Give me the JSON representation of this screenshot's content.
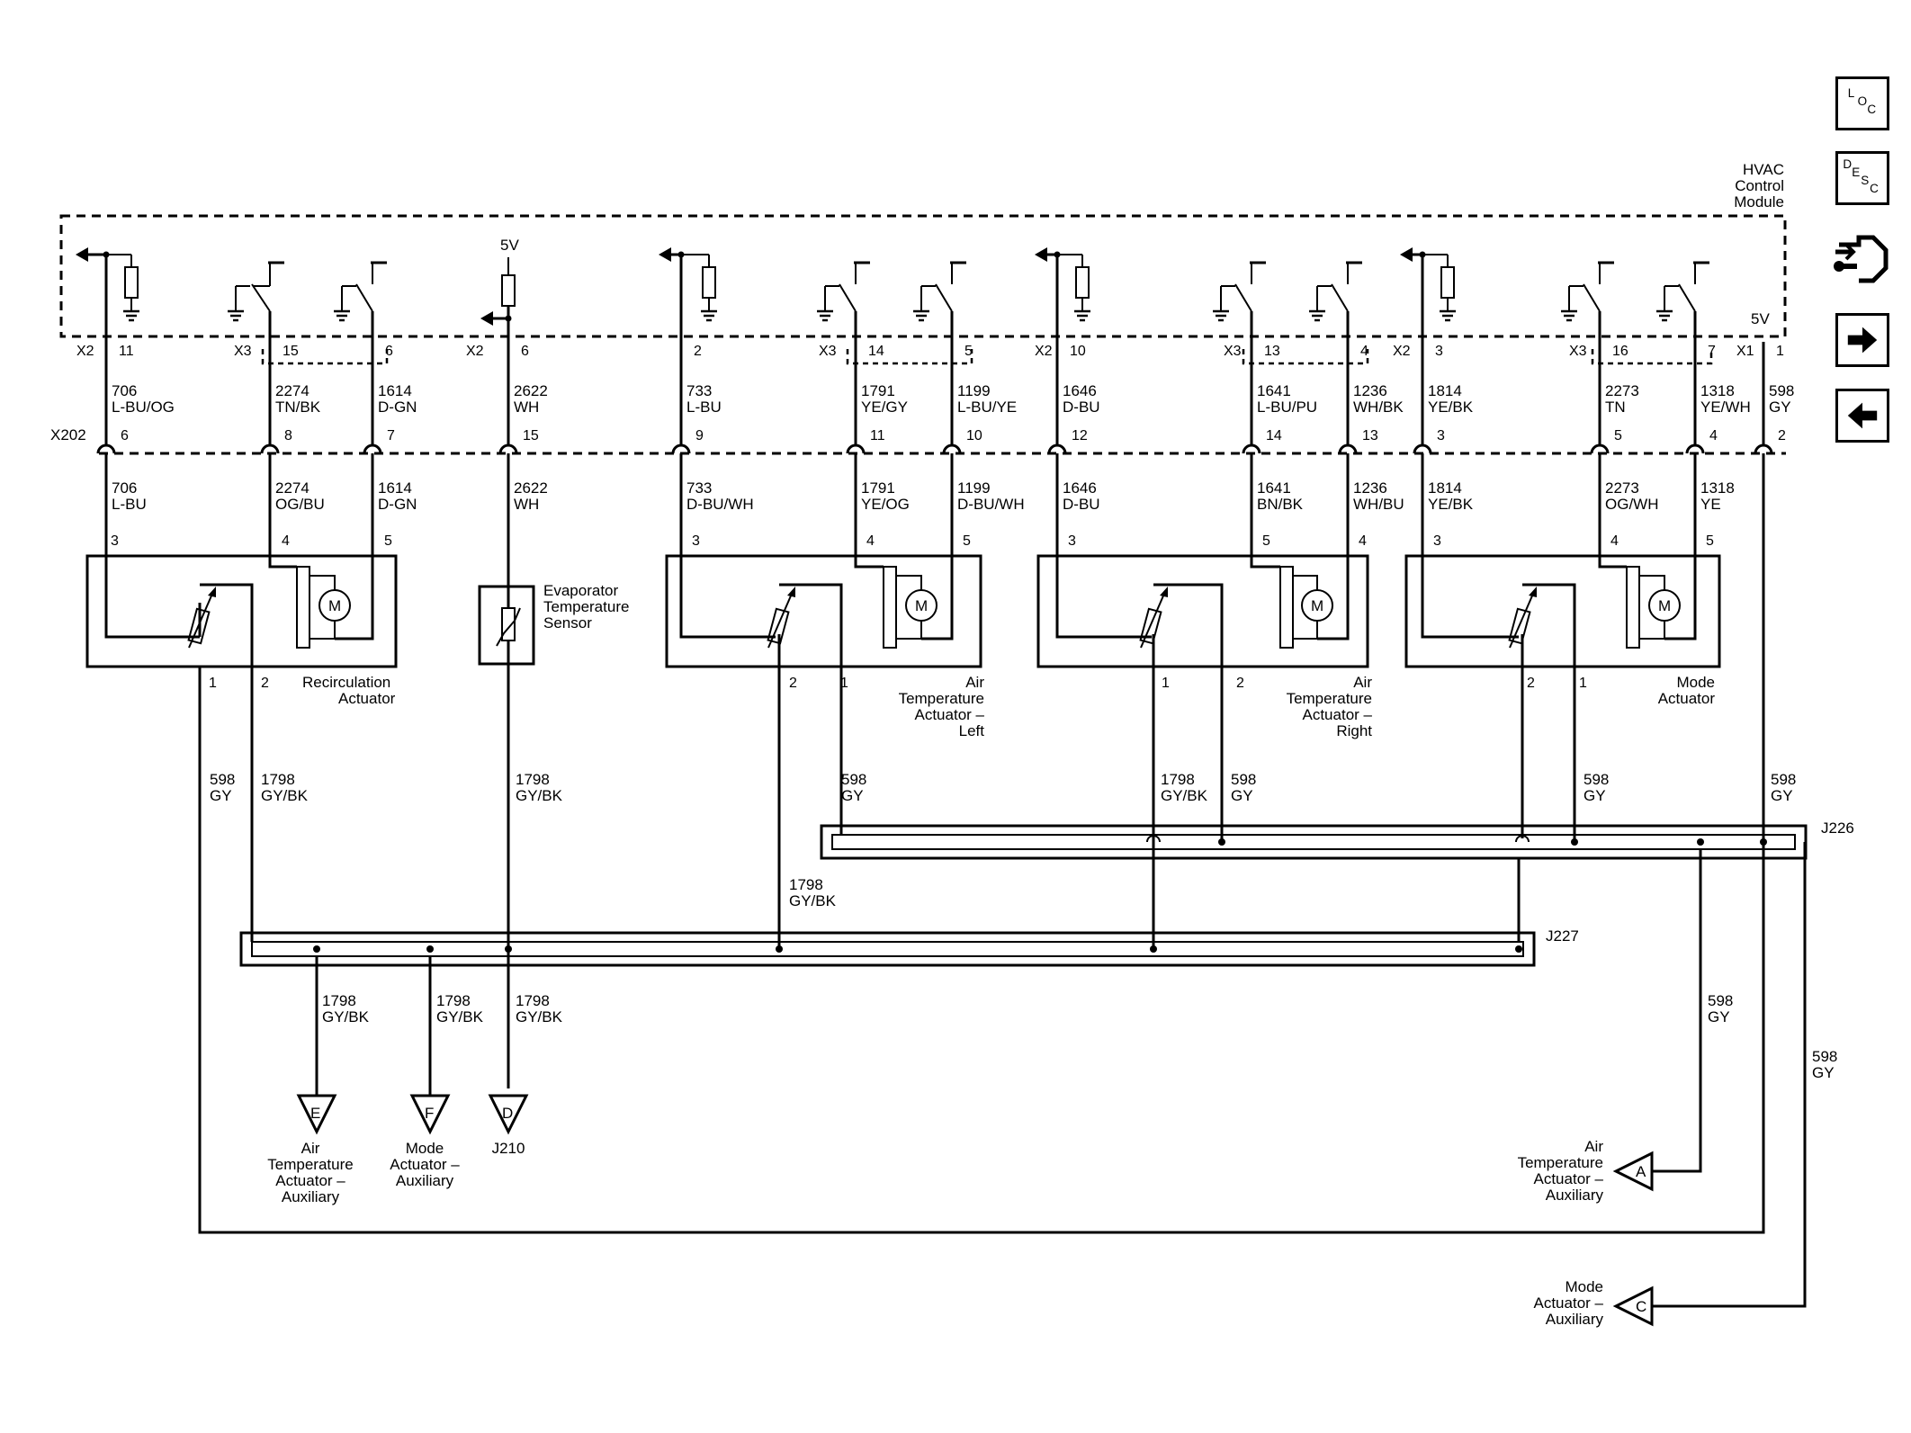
{
  "module": {
    "title_lines": [
      "HVAC",
      "Control",
      "Module"
    ],
    "voltage_5v": "5V"
  },
  "nav_icons": {
    "loc": {
      "name": "loc-icon",
      "letters": [
        "L",
        "O",
        "C"
      ]
    },
    "desc": {
      "name": "desc-icon",
      "letters": [
        "D",
        "E",
        "S",
        "C"
      ]
    },
    "connector": {
      "name": "connector-view-icon"
    },
    "next": {
      "name": "arrow-right-icon"
    },
    "prev": {
      "name": "arrow-left-icon"
    }
  },
  "module_pins": [
    {
      "conn": "X2",
      "pin": "11",
      "circuit": "706",
      "color": "L-BU/OG"
    },
    {
      "conn": "X3",
      "pin": "15",
      "circuit": "2274",
      "color": "TN/BK"
    },
    {
      "conn": "",
      "pin": "6",
      "circuit": "1614",
      "color": "D-GN"
    },
    {
      "conn": "X2",
      "pin": "6",
      "circuit": "2622",
      "color": "WH"
    },
    {
      "conn": "",
      "pin": "2",
      "circuit": "733",
      "color": "L-BU"
    },
    {
      "conn": "X3",
      "pin": "14",
      "circuit": "1791",
      "color": "YE/GY"
    },
    {
      "conn": "",
      "pin": "5",
      "circuit": "1199",
      "color": "L-BU/YE"
    },
    {
      "conn": "X2",
      "pin": "10",
      "circuit": "1646",
      "color": "D-BU"
    },
    {
      "conn": "X3",
      "pin": "13",
      "circuit": "1641",
      "color": "L-BU/PU"
    },
    {
      "conn": "",
      "pin": "4",
      "circuit": "1236",
      "color": "WH/BK"
    },
    {
      "conn": "X2",
      "pin": "3",
      "circuit": "1814",
      "color": "YE/BK"
    },
    {
      "conn": "X3",
      "pin": "16",
      "circuit": "2273",
      "color": "TN"
    },
    {
      "conn": "",
      "pin": "7",
      "circuit": "1318",
      "color": "YE/WH"
    },
    {
      "conn": "X1",
      "pin": "1",
      "circuit": "598",
      "color": "GY"
    }
  ],
  "inline_connector": {
    "name": "X202",
    "pins": [
      "6",
      "8",
      "7",
      "15",
      "9",
      "11",
      "10",
      "12",
      "14",
      "13",
      "3",
      "5",
      "4",
      "2"
    ]
  },
  "harness_wires": [
    {
      "circuit": "706",
      "color": "L-BU"
    },
    {
      "circuit": "2274",
      "color": "OG/BU"
    },
    {
      "circuit": "1614",
      "color": "D-GN"
    },
    {
      "circuit": "2622",
      "color": "WH"
    },
    {
      "circuit": "733",
      "color": "D-BU/WH"
    },
    {
      "circuit": "1791",
      "color": "YE/OG"
    },
    {
      "circuit": "1199",
      "color": "D-BU/WH"
    },
    {
      "circuit": "1646",
      "color": "D-BU"
    },
    {
      "circuit": "1641",
      "color": "BN/BK"
    },
    {
      "circuit": "1236",
      "color": "WH/BU"
    },
    {
      "circuit": "1814",
      "color": "YE/BK"
    },
    {
      "circuit": "2273",
      "color": "OG/WH"
    },
    {
      "circuit": "1318",
      "color": "YE"
    }
  ],
  "components": [
    {
      "name": "recirculation-actuator",
      "label_lines": [
        "Recirculation",
        "Actuator"
      ],
      "top_pins": [
        "3",
        "4",
        "5"
      ],
      "bottom_pins": [
        "1",
        "2"
      ]
    },
    {
      "name": "evaporator-temperature-sensor",
      "label_lines": [
        "Evaporator",
        "Temperature",
        "Sensor"
      ]
    },
    {
      "name": "air-temperature-actuator-left",
      "label_lines": [
        "Air",
        "Temperature",
        "Actuator –",
        "Left"
      ],
      "top_pins": [
        "3",
        "4",
        "5"
      ],
      "bottom_pins": [
        "2",
        "1"
      ]
    },
    {
      "name": "air-temperature-actuator-right",
      "label_lines": [
        "Air",
        "Temperature",
        "Actuator –",
        "Right"
      ],
      "top_pins": [
        "3",
        "5",
        "4"
      ],
      "bottom_pins": [
        "1",
        "2"
      ]
    },
    {
      "name": "mode-actuator",
      "label_lines": [
        "Mode",
        "Actuator"
      ],
      "top_pins": [
        "3",
        "4",
        "5"
      ],
      "bottom_pins": [
        "2",
        "1"
      ]
    }
  ],
  "motor_symbol": "M",
  "lower_wires": [
    {
      "circuit": "598",
      "color": "GY"
    },
    {
      "circuit": "1798",
      "color": "GY/BK"
    },
    {
      "circuit": "1798",
      "color": "GY/BK"
    },
    {
      "circuit": "598",
      "color": "GY"
    },
    {
      "circuit": "1798",
      "color": "GY/BK"
    },
    {
      "circuit": "1798",
      "color": "GY/BK"
    },
    {
      "circuit": "598",
      "color": "GY"
    },
    {
      "circuit": "598",
      "color": "GY"
    },
    {
      "circuit": "598",
      "color": "GY"
    },
    {
      "circuit": "1798",
      "color": "GY/BK"
    },
    {
      "circuit": "1798",
      "color": "GY/BK"
    },
    {
      "circuit": "1798",
      "color": "GY/BK"
    },
    {
      "circuit": "1798",
      "color": "GY/BK"
    },
    {
      "circuit": "598",
      "color": "GY"
    },
    {
      "circuit": "598",
      "color": "GY"
    }
  ],
  "splices": [
    "J226",
    "J227"
  ],
  "offpage": [
    {
      "letter": "E",
      "label_lines": [
        "Air",
        "Temperature",
        "Actuator –",
        "Auxiliary"
      ]
    },
    {
      "letter": "F",
      "label_lines": [
        "Mode",
        "Actuator –",
        "Auxiliary"
      ]
    },
    {
      "letter": "D",
      "label_lines": [
        "J210"
      ]
    },
    {
      "letter": "A",
      "label_lines": [
        "Air",
        "Temperature",
        "Actuator –",
        "Auxiliary"
      ]
    },
    {
      "letter": "C",
      "label_lines": [
        "Mode",
        "Actuator –",
        "Auxiliary"
      ]
    }
  ]
}
